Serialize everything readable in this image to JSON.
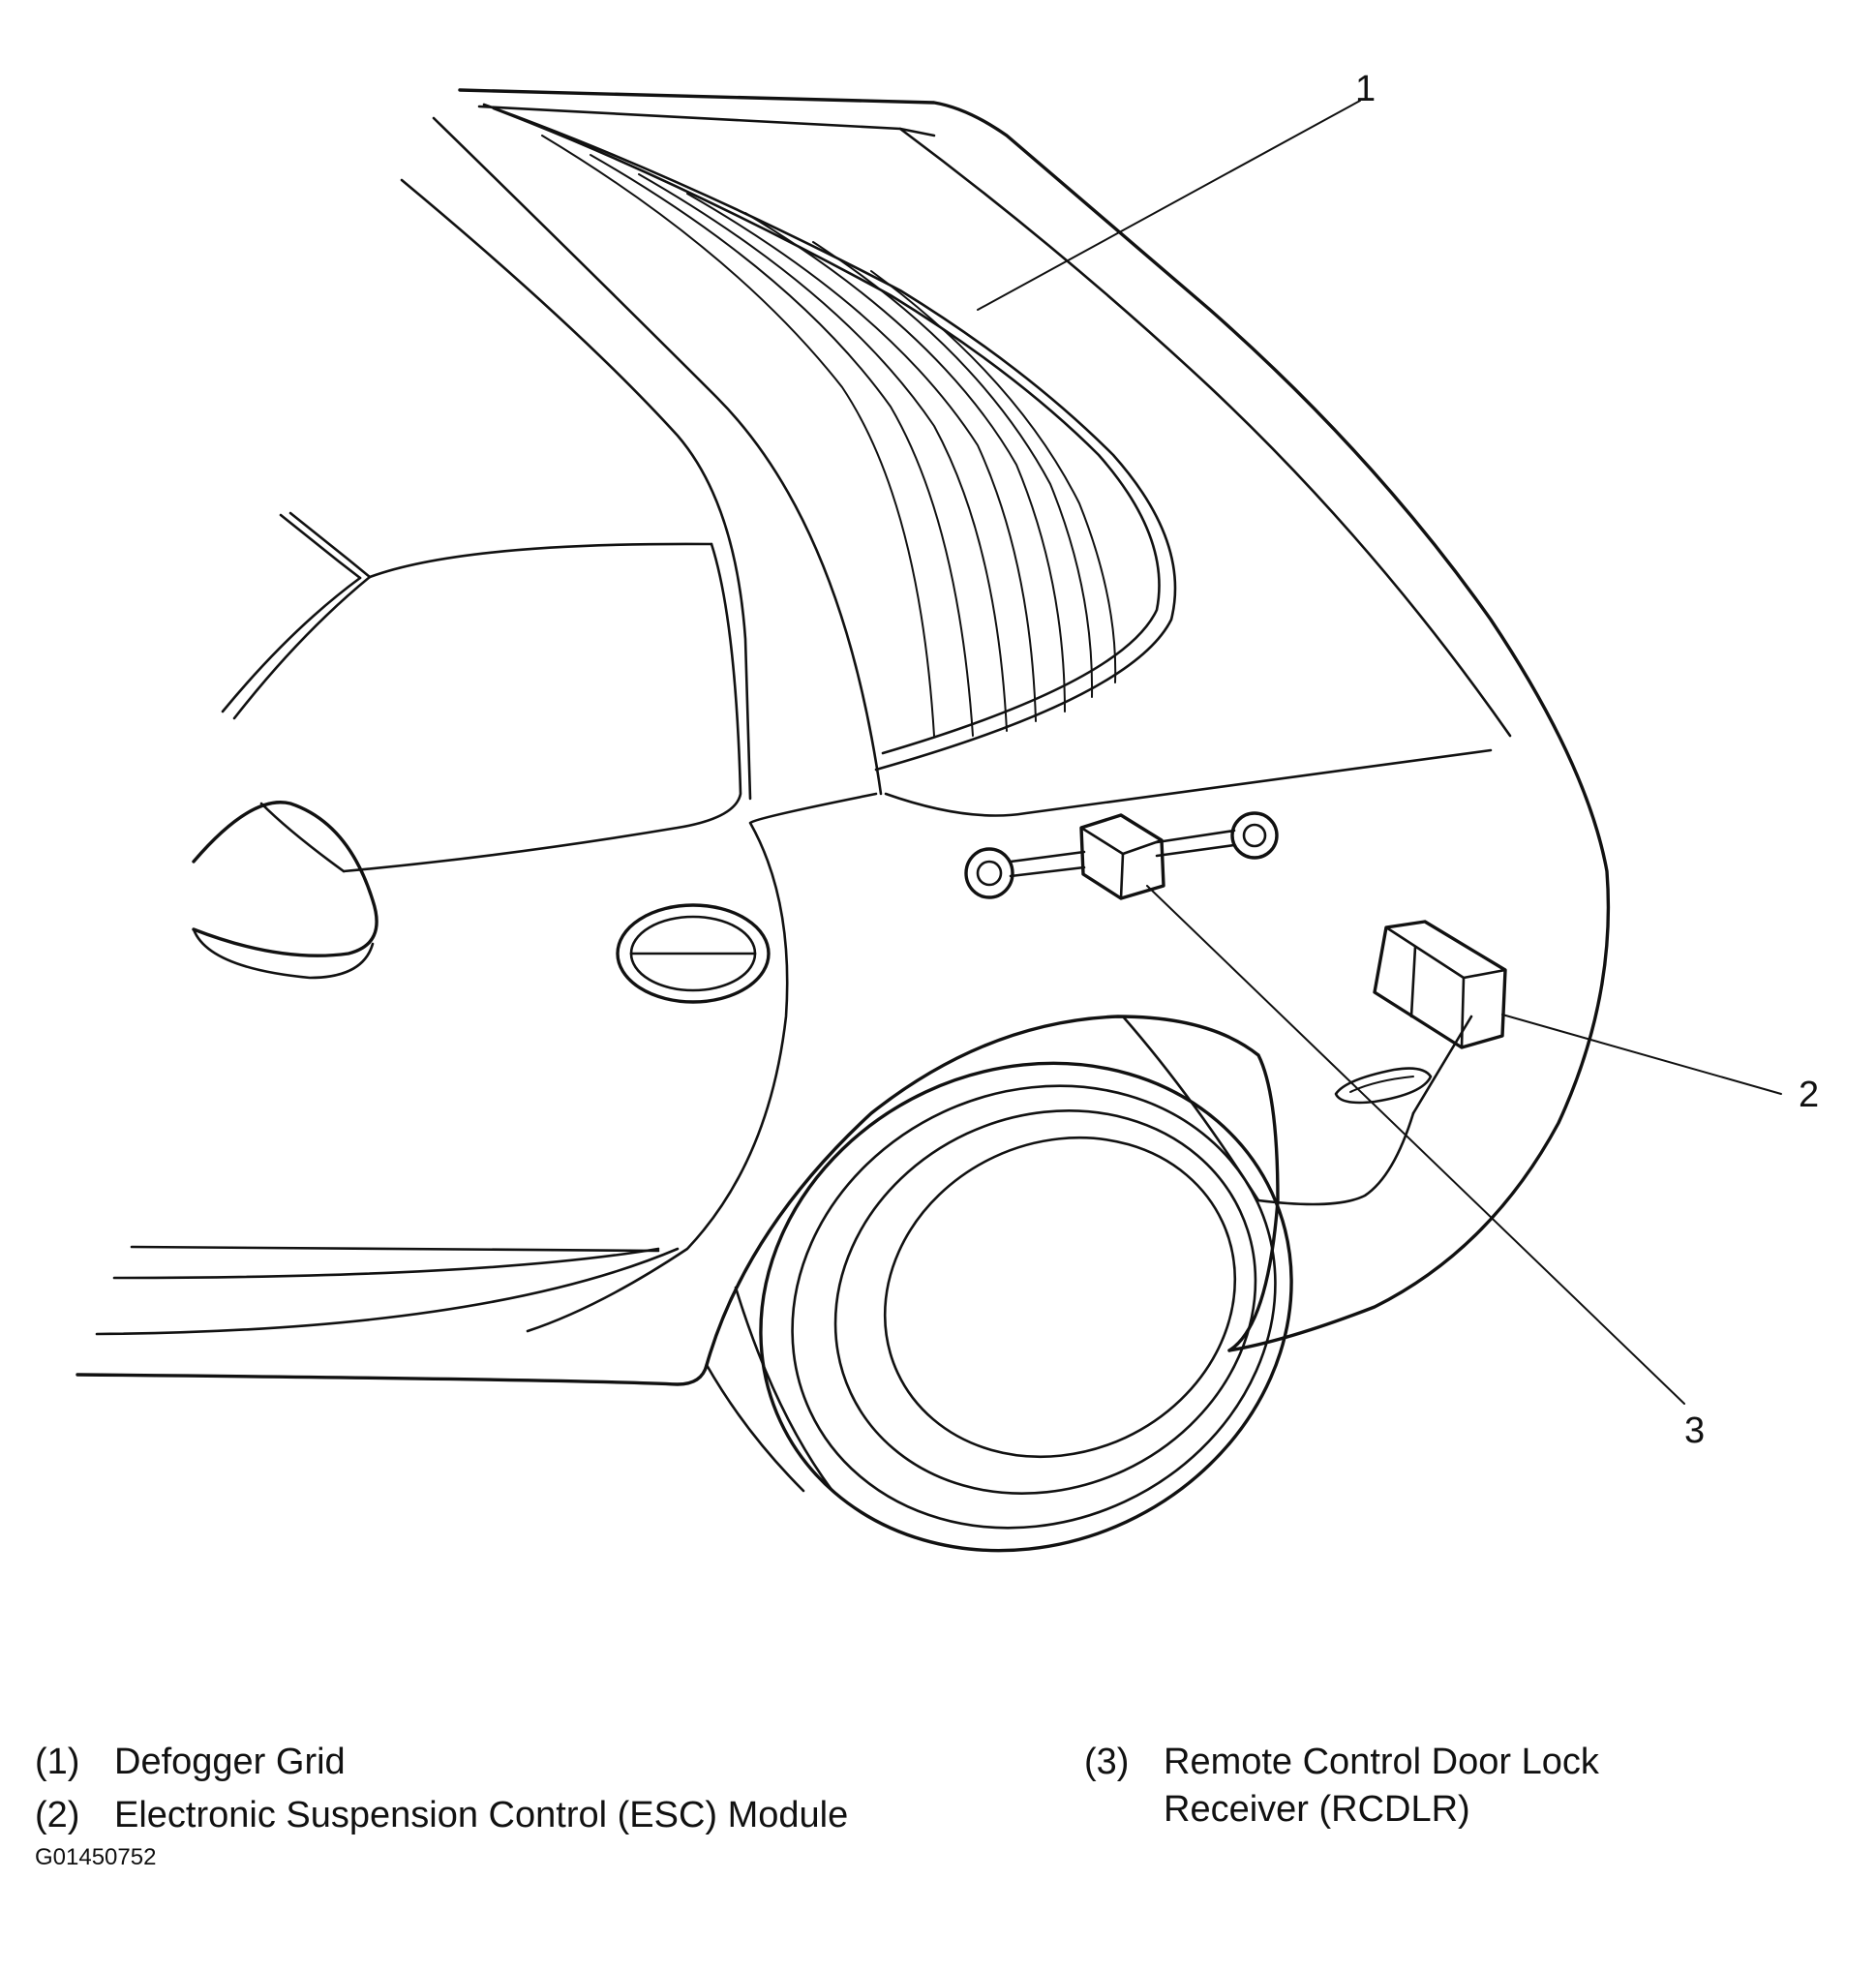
{
  "callouts": [
    {
      "number": "1",
      "target": "defogger-grid"
    },
    {
      "number": "2",
      "target": "esc-module"
    },
    {
      "number": "3",
      "target": "rcdlr"
    }
  ],
  "legend": [
    {
      "num": "(1)",
      "lines": [
        "Defogger Grid"
      ]
    },
    {
      "num": "(2)",
      "lines": [
        "Electronic Suspension Control (ESC) Module"
      ]
    },
    {
      "num": "(3)",
      "lines": [
        "Remote Control Door Lock",
        "Receiver (RCDLR)"
      ]
    }
  ],
  "figure_id": "G01450752"
}
